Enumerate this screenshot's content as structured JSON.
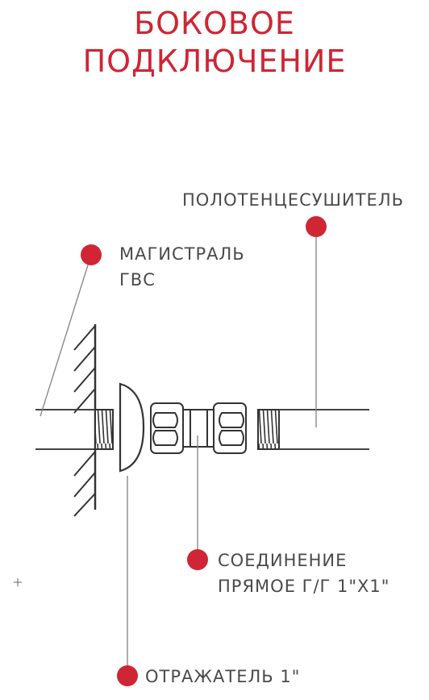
{
  "title": {
    "line1": "БОКОВОЕ",
    "line2": "ПОДКЛЮЧЕНИЕ"
  },
  "callouts": {
    "towel_dryer": "ПОЛОТЕНЦЕСУШИТЕЛЬ",
    "main_line_1": "МАГИСТРАЛЬ",
    "main_line_2": "ГВС",
    "connector_1": "СОЕДИНЕНИЕ",
    "connector_2": "ПРЯМОЕ Г/Г 1\"Х1\"",
    "reflector": "ОТРАЖАТЕЛЬ 1\""
  },
  "colors": {
    "accent": "#cf2535",
    "line": "#555555",
    "text": "#4a4a4a"
  },
  "icons": {
    "corner_mark": "plus-icon"
  }
}
